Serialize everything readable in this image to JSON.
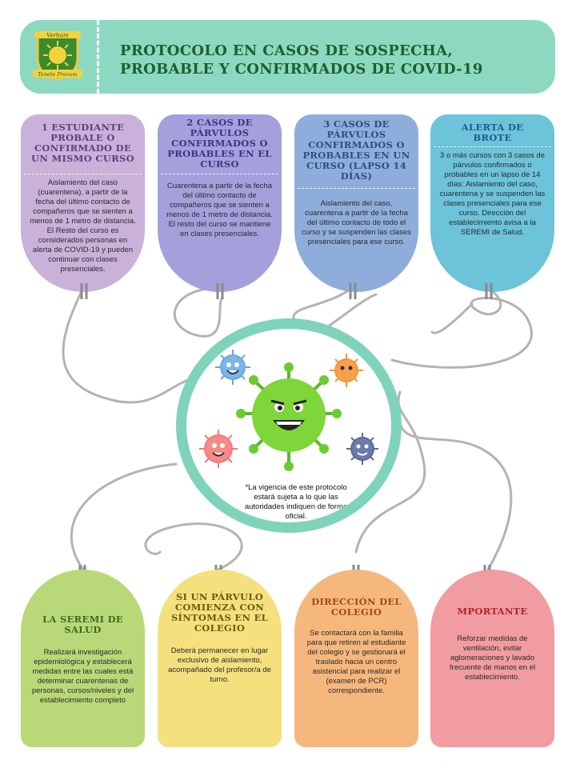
{
  "header": {
    "title_line1": "PROTOCOLO EN CASOS DE SOSPECHA,",
    "title_line2": "PROBABLE Y CONFIRMADOS  DE COVID-19",
    "logo_top": "Verbum",
    "logo_bottom": "Tenete Pravum"
  },
  "top_cards": [
    {
      "title": "1 ESTUDIANTE PROBALE O CONFIRMADO DE UN MISMO CURSO",
      "body": "Aislamiento del caso (cuarentena),  a partir de la fecha del último contacto de compañeros que se sienten  a menos de 1 metro de distancia.  El Resto del curso es considerados  personas  en alerta de COVID-19 y pueden continuar  con clases presenciales.",
      "color": "#c9b1d9"
    },
    {
      "title": "2 CASOS DE PÁRVULOS CONFIRMADOS O PROBABLES  EN EL CURSO",
      "body": "Cuarentena  a partir de la fecha del último contacto de compañeros  que se sienten  a menos de 1 metro de distancia.  El resto del curso se mantiene  en clases presenciales.",
      "color": "#a3a0dc"
    },
    {
      "title": "3 CASOS DE PÁRVULOS CONFIRMADOS O PROBABLES EN UN CURSO (LAPSO 14 DÍAS)",
      "body": "Aislamiento del caso, cuarentena  a partir de la fecha del último  contacto de todo el curso  y se suspenden  las clases presenciales  para ese curso.",
      "color": "#8eaddb"
    },
    {
      "title": "ALERTA DE BROTE",
      "body": "3 o más cursos con 3 casos de párvulos confirmados  o probables en un lapso de 14 días: Aislamiento del caso, cuarentena  y se suspenden  las clases presenciales  para ese curso. Dirección del establecimiento avisa a la SEREMI de Salud.",
      "color": "#6cc3da"
    }
  ],
  "bottom_cards": [
    {
      "title": "LA SEREMI DE SALUD",
      "body": "Realizará investigación epidemiológica  y establecerá medidas entre las cuales está determinar cuarentenas de personas, cursos/niveles  y del establecimiento  completo",
      "color": "#b9d878"
    },
    {
      "title": "SI UN PÁRVULO COMIENZA CON SÍNTOMAS EN EL COLEGIO",
      "body": "Deberá permanecer  en lugar exclusivo de aislamiento, acompañado  del profesor/a de turno.",
      "color": "#f4e07d"
    },
    {
      "title": "DIRECCIÓN DEL COLEGIO",
      "body": "Se contactará  con la familia para que retiren al estudiante  del colegio  y se gestionará  el traslado  hacia un centro asistencial  para realizar el (examen de PCR) correspondiente.",
      "color": "#f6b77c"
    },
    {
      "title": "MPORTANTE",
      "body": "Reforzar medidas de ventilación,  evitar aglomeraciones   y lavado frecuente  de manos en el establecimiento.",
      "color": "#f09ca0"
    }
  ],
  "center": {
    "note": "*La vigencia de este protocolo estará sujeta a lo que las autoridades indiquen de forma oficial."
  },
  "colors": {
    "header_bg": "#8dd8c0",
    "header_text": "#1f5f2f",
    "circle_ring": "#7fd3bb",
    "string": "#b3b3b3"
  },
  "icons": [
    "school-crest-icon",
    "virus-illustration-icon"
  ]
}
